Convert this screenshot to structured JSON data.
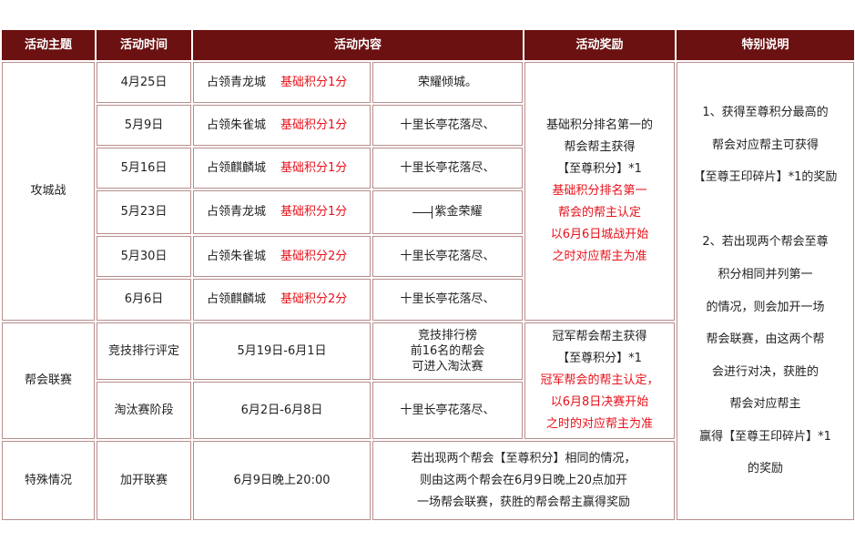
{
  "headers": [
    "活动主题",
    "活动时间",
    "活动内容",
    "活动奖励",
    "特别说明"
  ],
  "siege": {
    "theme": "攻城战",
    "rows": [
      {
        "date": "4月25日",
        "action": "占领青龙城",
        "points": "基础积分1分",
        "title": "荣耀倾城。"
      },
      {
        "date": "5月9日",
        "action": "占领朱雀城",
        "points": "基础积分1分",
        "title": "十里长亭花落尽、"
      },
      {
        "date": "5月16日",
        "action": "占领麒麟城",
        "points": "基础积分1分",
        "title": "十里长亭花落尽、"
      },
      {
        "date": "5月23日",
        "action": "占领青龙城",
        "points": "基础积分1分",
        "title": "紫金荣耀"
      },
      {
        "date": "5月30日",
        "action": "占领朱雀城",
        "points": "基础积分2分",
        "title": "十里长亭花落尽、"
      },
      {
        "date": "6月6日",
        "action": "占领麒麟城",
        "points": "基础积分2分",
        "title": "十里长亭花落尽、"
      }
    ],
    "reward_black": [
      "基础积分排名第一的",
      "帮会帮主获得",
      "【至尊积分】*1"
    ],
    "reward_red": [
      "基础积分排名第一",
      "帮会的帮主认定",
      "以6月6日城战开始",
      "之时对应帮主为准"
    ]
  },
  "league": {
    "theme": "帮会联赛",
    "stage1": {
      "name": "竞技排行评定",
      "time": "5月19日-6月1日",
      "content": [
        "竞技排行榜",
        "前16名的帮会",
        "可进入淘汰赛"
      ]
    },
    "stage2": {
      "name": "淘汰赛阶段",
      "time": "6月2日-6月8日",
      "content": "十里长亭花落尽、"
    },
    "reward_black": [
      "冠军帮会帮主获得",
      "【至尊积分】*1"
    ],
    "reward_red": [
      "冠军帮会的帮主认定，",
      "以6月8日决赛开始",
      "之时的对应帮主为准"
    ]
  },
  "special": {
    "theme": "特殊情况",
    "name": "加开联赛",
    "time": "6月9日晚上20:00",
    "content": [
      "若出现两个帮会【至尊积分】相同的情况，",
      "则由这两个帮会在6月9日晚上20点加开",
      "一场帮会联赛，获胜的帮会帮主赢得奖励"
    ]
  },
  "notes": [
    "1、获得至尊积分最高的",
    "帮会对应帮主可获得",
    "【至尊王印碎片】*1的奖励",
    "",
    "2、若出现两个帮会至尊",
    "积分相同并列第一",
    "的情况，则会加开一场",
    "帮会联赛，由这两个帮",
    "会进行对决，获胜的",
    "帮会对应帮主",
    "赢得【至尊王印碎片】*1",
    "的奖励"
  ]
}
